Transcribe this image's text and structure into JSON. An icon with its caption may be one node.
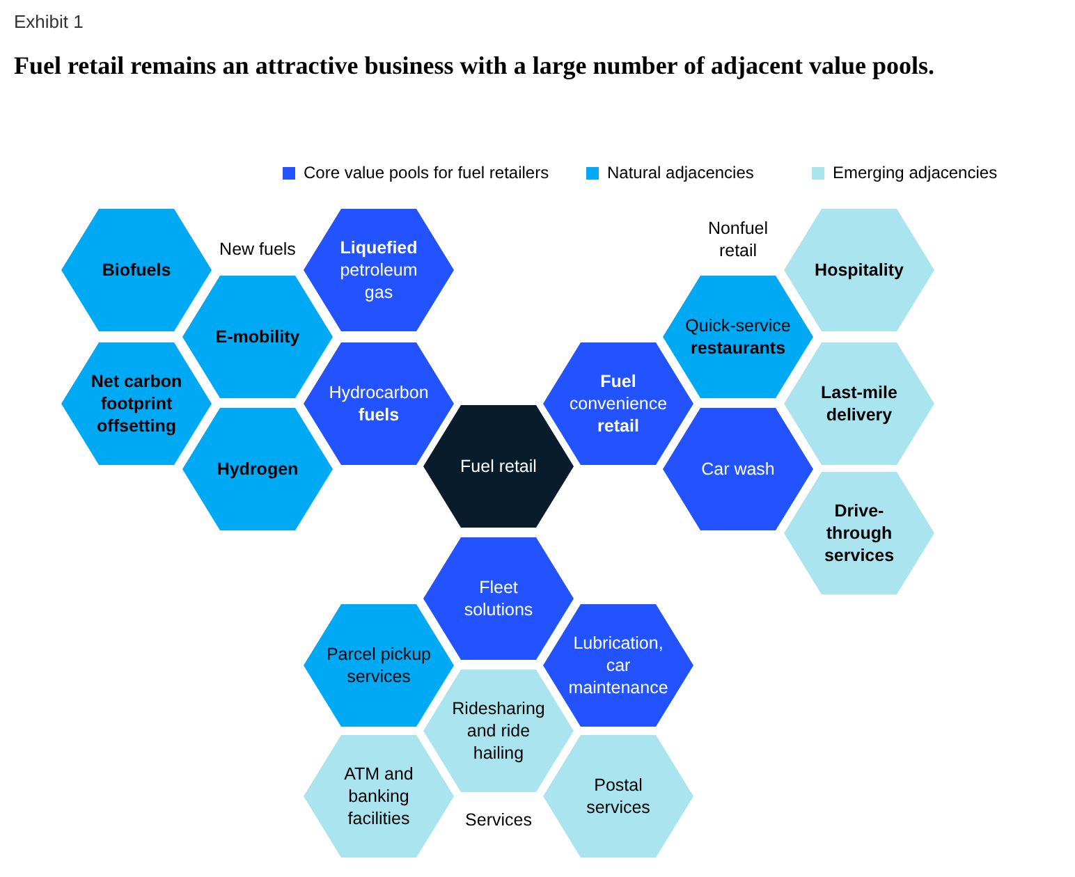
{
  "diagram": {
    "title": "Fuel retail remains an attractive business with a large number of adjacent value pools.",
    "nodes": [
      {
        "text": [
          "Biofuels"
        ]
      },
      {
        "text": [
          "E-mobility"
        ]
      },
      {
        "text": [
          "**Liquefied** petroleum gas"
        ]
      },
      {
        "text": [
          "Net carbon footprint offsetting"
        ]
      },
      {
        "text": [
          "Hydrogen"
        ]
      },
      {
        "text": [
          "Hydrocarbon **fuels**"
        ]
      },
      {
        "text": [
          "Fuel retail"
        ]
      },
      {
        "text": [
          "**Fuel** convenience **retail**"
        ]
      },
      {
        "text": [
          "Quick-service **restaurants**"
        ]
      },
      {
        "text": [
          "Hospitality"
        ]
      },
      {
        "text": [
          "Last-mile delivery"
        ]
      },
      {
        "text": [
          "Car wash"
        ]
      },
      {
        "text": [
          "Drive-through services"
        ]
      },
      {
        "text": [
          "Fleet solutions"
        ]
      },
      {
        "text": [
          "Parcel pickup services"
        ]
      },
      {
        "text": [
          "Lubrication, car maintenance"
        ]
      },
      {
        "text": [
          "Ridesharing and ride hailing"
        ]
      },
      {
        "text": [
          "ATM and banking facilities"
        ]
      },
      {
        "text": [
          "Postal services"
        ]
      }
    ],
    "labels": [
      "Exhibit 1",
      "New fuels",
      "Nonfuel retail",
      "Services"
    ],
    "legend": [
      {
        "text": "Core value pools for fuel retailers",
        "color": "#2352ff"
      },
      {
        "text": "Natural adjacencies",
        "color": "#00a9f4"
      },
      {
        "text": "Emerging adjacencies",
        "color": "#aae4ee"
      }
    ]
  }
}
